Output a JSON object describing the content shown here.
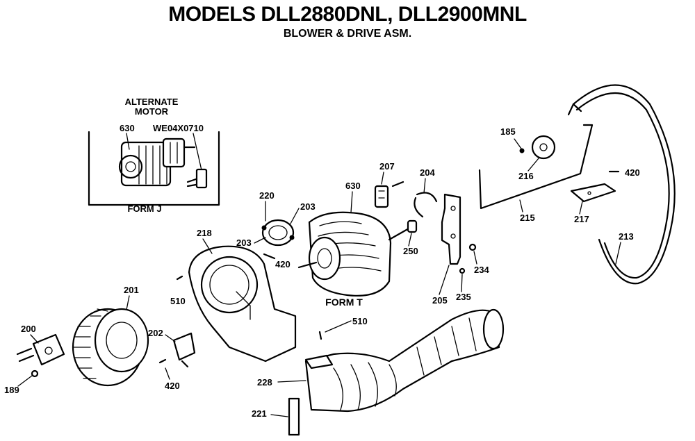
{
  "header": {
    "title": "MODELS DLL2880DNL, DLL2900MNL",
    "subtitle": "BLOWER & DRIVE ASM."
  },
  "inset": {
    "heading_line1": "ALTERNATE",
    "heading_line2": "MOTOR",
    "form_label": "FORM J"
  },
  "form_t_label": "FORM T",
  "part_labels": {
    "p630_inset": "630",
    "we04": "WE04X0710",
    "p220": "220",
    "p203a": "203",
    "p203b": "203",
    "p420a": "420",
    "p630": "630",
    "p207": "207",
    "p204": "204",
    "p250": "250",
    "p205": "205",
    "p234": "234",
    "p235": "235",
    "p218": "218",
    "p510a": "510",
    "p510b": "510",
    "p201": "201",
    "p200": "200",
    "p189": "189",
    "p202": "202",
    "p420b": "420",
    "p228": "228",
    "p221": "221",
    "p185": "185",
    "p216": "216",
    "p215": "215",
    "p420c": "420",
    "p217": "217",
    "p213": "213"
  }
}
